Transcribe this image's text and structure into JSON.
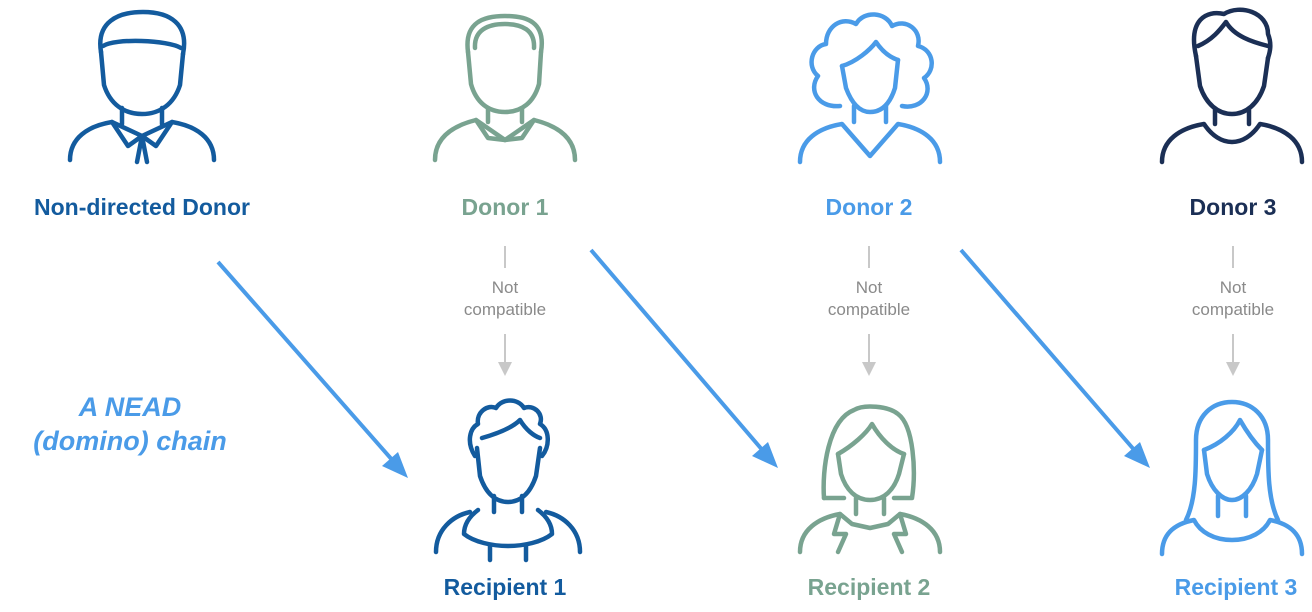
{
  "colors": {
    "dark_blue": "#135b9e",
    "sage": "#79a390",
    "light_blue": "#4a9be8",
    "navy": "#1b2f55",
    "grey": "#c8c8c8",
    "grey_text": "#8a8a8a"
  },
  "caption": {
    "line1": "A NEAD",
    "line2": "(domino) chain"
  },
  "donors": [
    {
      "label": "Non-directed Donor",
      "icon": "man-tie-icon",
      "color": "#135b9e"
    },
    {
      "label": "Donor 1",
      "icon": "man-collar-icon",
      "color": "#79a390"
    },
    {
      "label": "Donor 2",
      "icon": "woman-curly-icon",
      "color": "#4a9be8"
    },
    {
      "label": "Donor 3",
      "icon": "man-tshirt-icon",
      "color": "#1b2f55"
    }
  ],
  "recipients": [
    {
      "label": "Recipient 1",
      "icon": "boy-curly-hoodie-icon",
      "color": "#135b9e"
    },
    {
      "label": "Recipient 2",
      "icon": "woman-bob-icon",
      "color": "#79a390"
    },
    {
      "label": "Recipient 3",
      "icon": "woman-long-hair-icon",
      "color": "#4a9be8"
    }
  ],
  "incompatibility": [
    {
      "line1": "Not",
      "line2": "compatible"
    },
    {
      "line1": "Not",
      "line2": "compatible"
    },
    {
      "line1": "Not",
      "line2": "compatible"
    }
  ]
}
